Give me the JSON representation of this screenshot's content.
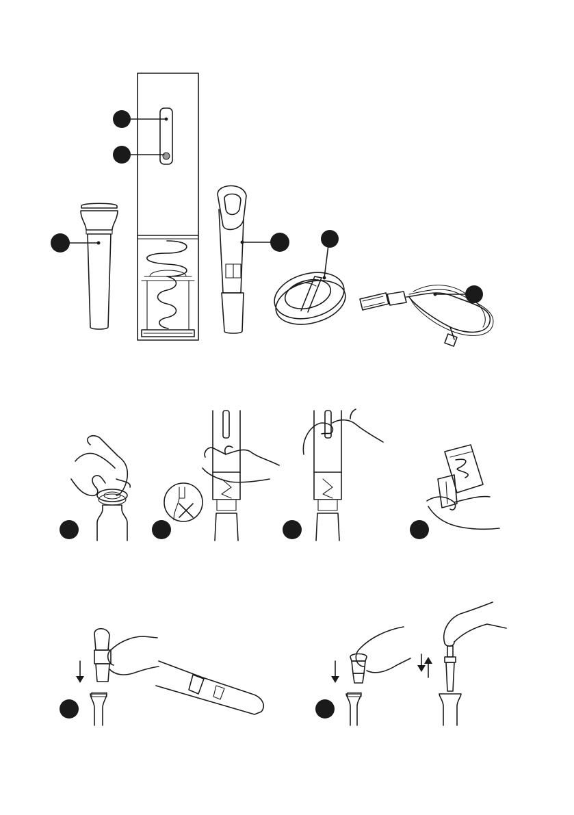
{
  "colors": {
    "ink": "#1a1a1a",
    "background": "#ffffff",
    "callout": "#1a1a1a"
  },
  "callout_markers": [
    {
      "id": "power-indicator-callout",
      "target": "indicator-light"
    },
    {
      "id": "button-callout",
      "target": "operation-button"
    },
    {
      "id": "vacuum-stopper-callout",
      "target": "vacuum-stopper"
    },
    {
      "id": "aerator-callout",
      "target": "wine-aerator"
    },
    {
      "id": "foil-cutter-callout",
      "target": "foil-cutter"
    },
    {
      "id": "usb-cable-callout",
      "target": "usb-cable"
    }
  ],
  "step_markers": [
    {
      "id": "step-cut-foil"
    },
    {
      "id": "step-insert-opener"
    },
    {
      "id": "step-reverse-release"
    },
    {
      "id": "step-remove-cork"
    },
    {
      "id": "step-aerator-pour"
    },
    {
      "id": "step-vacuum-seal"
    }
  ],
  "icons": [
    "corkscrew-opener",
    "vacuum-stopper",
    "wine-aerator",
    "foil-cutter",
    "usb-cable",
    "hand",
    "wine-bottle",
    "arrow-down",
    "arrow-up-down",
    "cross-mark"
  ]
}
